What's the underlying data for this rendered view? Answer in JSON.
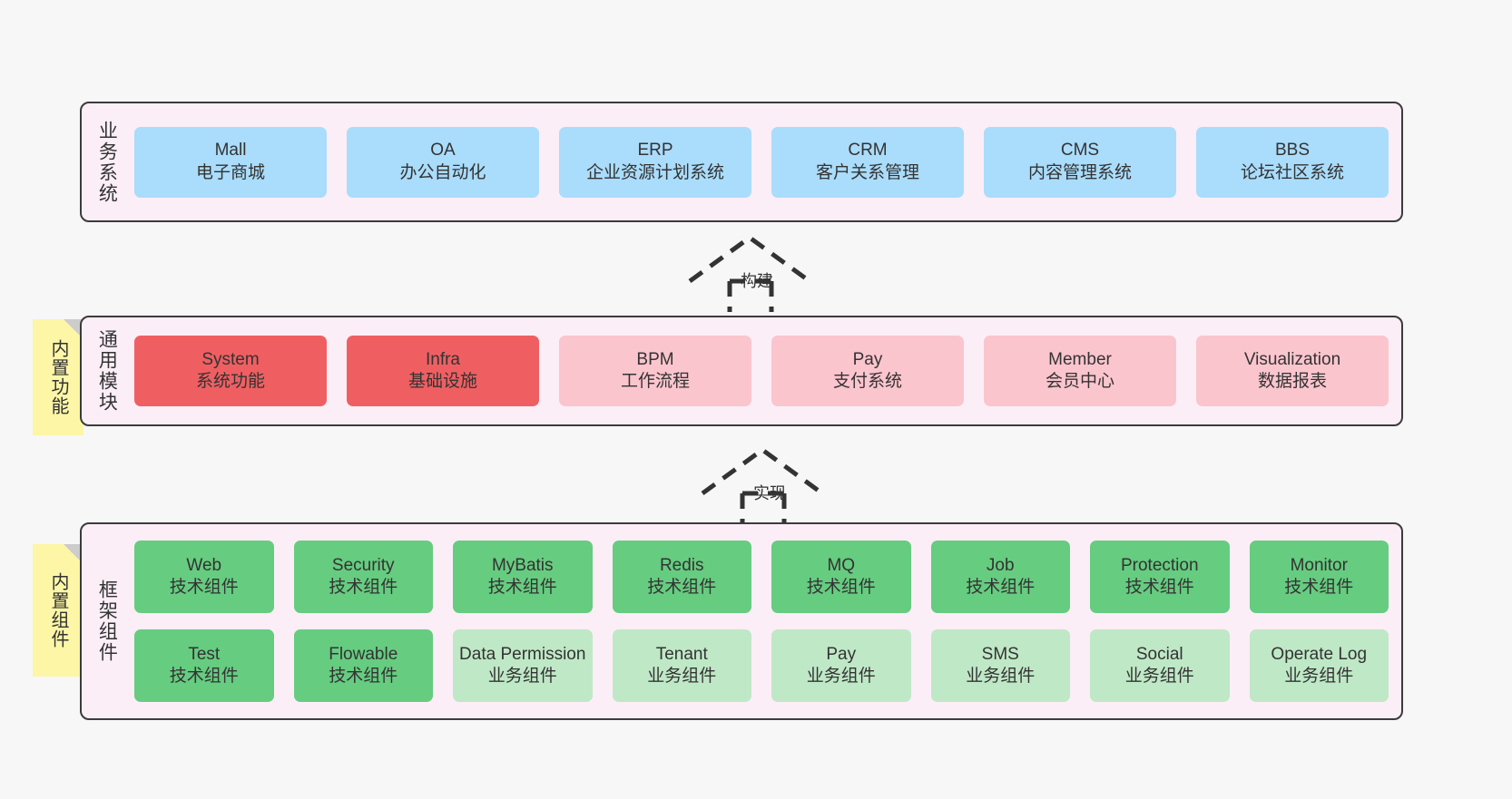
{
  "diagram": {
    "background_color": "#f7f7f7",
    "panel_color": "#fbeef7",
    "panel_border_color": "#3b3b3b",
    "note_color": "#fcf6a6"
  },
  "notes": [
    {
      "label": "内置功能"
    },
    {
      "label": "内置组件"
    }
  ],
  "arrows": [
    {
      "label": "构建",
      "style": "dashed-generalization",
      "direction": "up"
    },
    {
      "label": "实现",
      "style": "dashed-generalization",
      "direction": "up"
    }
  ],
  "layers": [
    {
      "title": "业务系统",
      "rows": [
        [
          {
            "en": "Mall",
            "cn": "电子商城",
            "color": "blue"
          },
          {
            "en": "OA",
            "cn": "办公自动化",
            "color": "blue"
          },
          {
            "en": "ERP",
            "cn": "企业资源计划系统",
            "color": "blue"
          },
          {
            "en": "CRM",
            "cn": "客户关系管理",
            "color": "blue"
          },
          {
            "en": "CMS",
            "cn": "内容管理系统",
            "color": "blue"
          },
          {
            "en": "BBS",
            "cn": "论坛社区系统",
            "color": "blue"
          }
        ]
      ]
    },
    {
      "title": "通用模块",
      "rows": [
        [
          {
            "en": "System",
            "cn": "系统功能",
            "color": "red"
          },
          {
            "en": "Infra",
            "cn": "基础设施",
            "color": "red"
          },
          {
            "en": "BPM",
            "cn": "工作流程",
            "color": "pink"
          },
          {
            "en": "Pay",
            "cn": "支付系统",
            "color": "pink"
          },
          {
            "en": "Member",
            "cn": "会员中心",
            "color": "pink"
          },
          {
            "en": "Visualization",
            "cn": "数据报表",
            "color": "pink"
          }
        ]
      ]
    },
    {
      "title": "框架组件",
      "rows": [
        [
          {
            "en": "Web",
            "cn": "技术组件",
            "color": "green"
          },
          {
            "en": "Security",
            "cn": "技术组件",
            "color": "green"
          },
          {
            "en": "MyBatis",
            "cn": "技术组件",
            "color": "green"
          },
          {
            "en": "Redis",
            "cn": "技术组件",
            "color": "green"
          },
          {
            "en": "MQ",
            "cn": "技术组件",
            "color": "green"
          },
          {
            "en": "Job",
            "cn": "技术组件",
            "color": "green"
          },
          {
            "en": "Protection",
            "cn": "技术组件",
            "color": "green"
          },
          {
            "en": "Monitor",
            "cn": "技术组件",
            "color": "green"
          }
        ],
        [
          {
            "en": "Test",
            "cn": "技术组件",
            "color": "green"
          },
          {
            "en": "Flowable",
            "cn": "技术组件",
            "color": "green"
          },
          {
            "en": "Data Permission",
            "cn": "业务组件",
            "color": "lightgreen"
          },
          {
            "en": "Tenant",
            "cn": "业务组件",
            "color": "lightgreen"
          },
          {
            "en": "Pay",
            "cn": "业务组件",
            "color": "lightgreen"
          },
          {
            "en": "SMS",
            "cn": "业务组件",
            "color": "lightgreen"
          },
          {
            "en": "Social",
            "cn": "业务组件",
            "color": "lightgreen"
          },
          {
            "en": "Operate Log",
            "cn": "业务组件",
            "color": "lightgreen"
          }
        ]
      ]
    }
  ]
}
